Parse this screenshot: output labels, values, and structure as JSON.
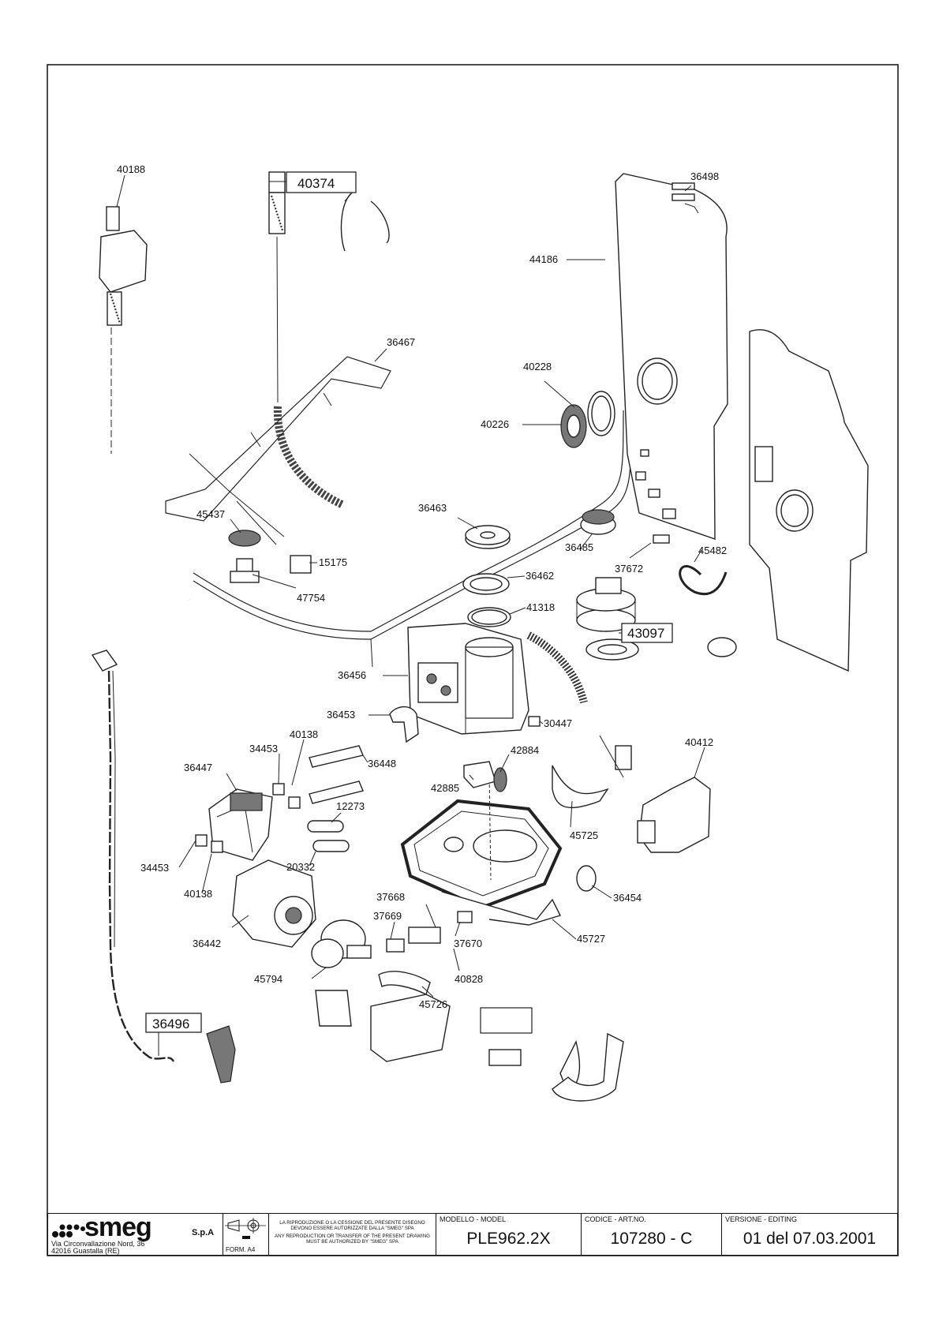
{
  "parts": {
    "p40188": "40188",
    "p40374": "40374",
    "p36498": "36498",
    "p44186": "44186",
    "p36467": "36467",
    "p40228": "40228",
    "p40226": "40226",
    "p45437": "45437",
    "p15175": "15175",
    "p47754": "47754",
    "p36463": "36463",
    "p36462": "36462",
    "p41318": "41318",
    "p36485": "36485",
    "p37672": "37672",
    "p45482": "45482",
    "p43097": "43097",
    "p36456": "36456",
    "p36453": "36453",
    "p30447": "30447",
    "p40138a": "40138",
    "p34453a": "34453",
    "p36448": "36448",
    "p36447": "36447",
    "p42884": "42884",
    "p42885": "42885",
    "p40412": "40412",
    "p12273": "12273",
    "p45725": "45725",
    "p34453b": "34453",
    "p20332": "20332",
    "p40138b": "40138",
    "p36454": "36454",
    "p37668": "37668",
    "p37669": "37669",
    "p36442": "36442",
    "p37670": "37670",
    "p45727": "45727",
    "p45794": "45794",
    "p40828": "40828",
    "p45726": "45726",
    "p36496": "36496"
  },
  "title_block": {
    "brand": "smeg",
    "spa": "S.p.A",
    "address_line1": "Via Circonvallazione Nord, 36",
    "address_line2": "42016  Guastalla (RE)",
    "form": "FORM. A4",
    "legal_it": "LA RIPRODUZIONE O LA CESSIONE DEL PRESENTE DISEGNO DEVONO ESSERE AUTORIZZATE DALLA \"SMEG\" SPA",
    "legal_en": "ANY REPRODUCTION OR TRANSFER OF THE PRESENT DRAWING MUST BE AUTHORIZED BY \"SMEG\" SPA",
    "model_caption": "MODELLO - MODEL",
    "model_value": "PLE962.2X",
    "code_caption": "CODICE - ART.NO.",
    "code_value": "107280 - C",
    "version_caption": "VERSIONE - EDITING",
    "version_value": "01 del 07.03.2001"
  }
}
